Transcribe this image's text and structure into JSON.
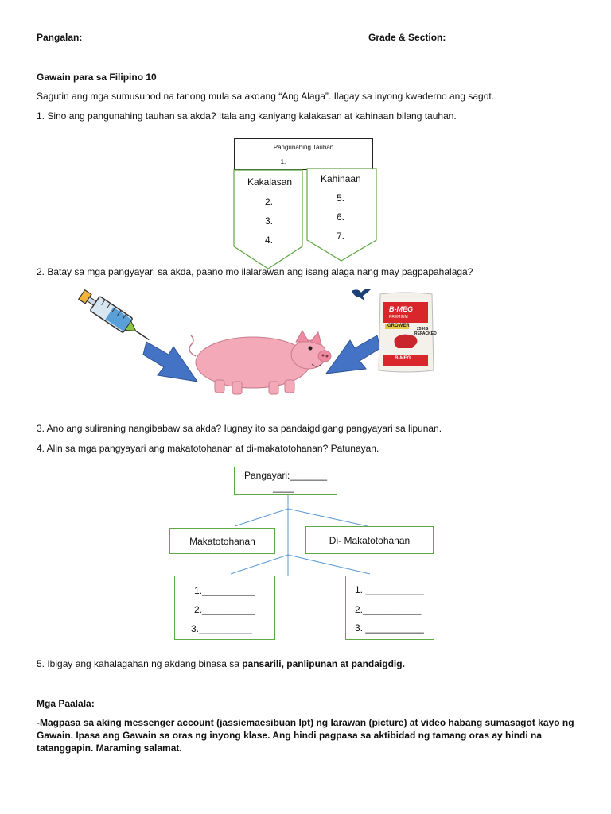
{
  "header": {
    "name_label": "Pangalan:",
    "grade_label": "Grade & Section:"
  },
  "title": "Gawain para sa Filipino 10",
  "instruction": "Sagutin ang mga sumusunod na tanong mula sa akdang “Ang Alaga”. Ilagay sa inyong kwaderno ang sagot.",
  "q1": "1. Sino ang pangunahing tauhan sa akda? Itala ang kaniyang kalakasan at kahinaan bilang tauhan.",
  "diagram1": {
    "top_title": "Pangunahing Tauhan",
    "top_line": "1. ___________",
    "left_title": "Kakalasan",
    "left_items": [
      "2.",
      "3.",
      "4."
    ],
    "right_title": "Kahinaan",
    "right_items": [
      "5.",
      "6.",
      "7."
    ]
  },
  "q2": "2.  Batay sa mga pangyayari sa akda, paano mo ilalarawan ang isang alaga nang may pagpapahalaga?",
  "feed_bag": {
    "brand": "B-MEG",
    "grade": "PREMIUM",
    "product": "GROWER",
    "weight": "25 KG",
    "repacked": "REPACKED",
    "bottom_brand": "B-MEG"
  },
  "q3": "3. Ano ang suliraning nangibabaw sa akda? Iugnay ito sa pandaigdigang pangyayari sa lipunan.",
  "q4": "4. Alin sa mga pangyayari ang makatotohanan at di-makatotohanan? Patunayan.",
  "diagram2": {
    "top_line1": "Pangayari:_______",
    "top_line2": "____",
    "left_title": "Makatotohanan",
    "right_title": "Di- Makatotohanan",
    "left_items": [
      "1.__________",
      "2.__________",
      "3.__________"
    ],
    "right_items": [
      "1. ___________",
      "2.___________",
      "3. ___________"
    ]
  },
  "q5_prefix": "5. Ibigay ang kahalagahan ng akdang binasa sa ",
  "q5_bold": "pansarili, panlipunan at pandaigdig.",
  "reminders": {
    "title": "Mga Paalala:",
    "lines": [
      "-Magpasa sa aking messenger account (jassiemaesibuan lpt) ng larawan (picture) at video habang sumasagot kayo ng",
      "Gawain. Ipasa ang Gawain sa oras ng inyong klase. Ang hindi pagpasa sa aktibidad ng tamang oras ay hindi na",
      "tatanggapin. Maraming salamat."
    ]
  },
  "colors": {
    "green_border": "#5fa843",
    "arrow_blue": "#4472c4",
    "pig_pink": "#f4a9b8",
    "line_blue": "#5b9bd5"
  }
}
